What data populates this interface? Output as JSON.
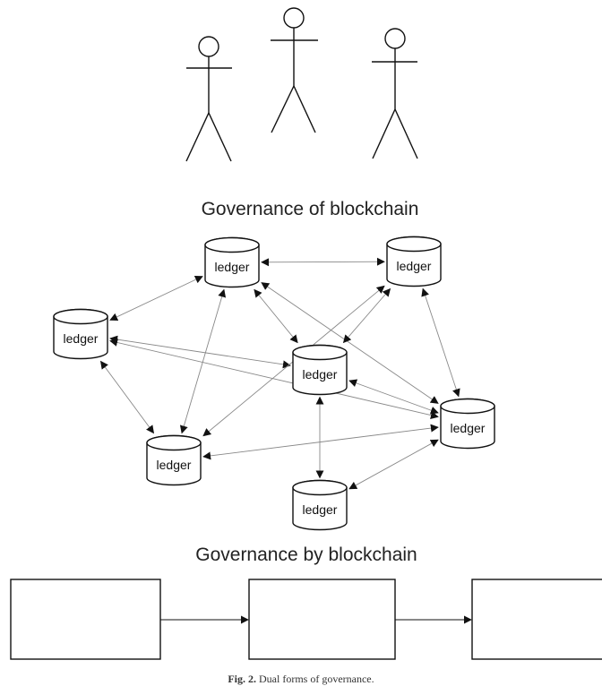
{
  "titles": {
    "governance_of": "Governance of blockchain",
    "governance_by": "Governance by blockchain"
  },
  "ledger_label": "ledger",
  "caption": {
    "label": "Fig. 2.",
    "text": "Dual forms of governance."
  },
  "stick_figures": 3,
  "ledger_nodes": 7,
  "process_boxes": 3
}
